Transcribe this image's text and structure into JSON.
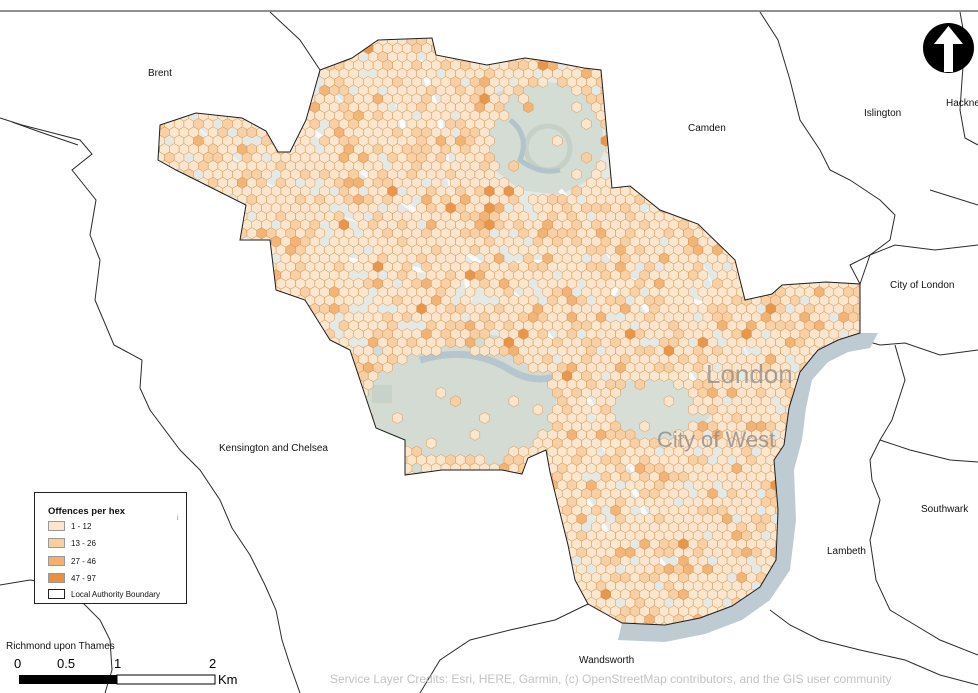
{
  "places": {
    "brent": "Brent",
    "camden": "Camden",
    "islington": "Islington",
    "hackney": "Hackne",
    "city_of_london": "City of London",
    "kensington": "Kensington and Chelsea",
    "southwark": "Southwark",
    "lambeth": "Lambeth",
    "wandsworth": "Wandsworth",
    "richmond": "Richmond upon Thames"
  },
  "basemap_labels": {
    "london": "London",
    "city_of_west": "City of West"
  },
  "legend": {
    "title": "Offences per hex",
    "classes": [
      {
        "label": "1 - 12",
        "color": "#fde6cc"
      },
      {
        "label": "13 - 26",
        "color": "#f9cfa0"
      },
      {
        "label": "27 - 46",
        "color": "#f3b06e"
      },
      {
        "label": "47 - 97",
        "color": "#e98f3e"
      }
    ],
    "boundary_label": "Local Authority Boundary",
    "marker": "i"
  },
  "scale_bar": {
    "ticks": [
      "0",
      "0.5",
      "1",
      "2"
    ],
    "unit": "Km"
  },
  "credits": "Service Layer Credits: Esri, HERE, Garmin, (c) OpenStreetMap contributors, and the GIS user community",
  "colors": {
    "westminster_fill": "#e4e8e2",
    "park": "#d3ddd3",
    "water": "#bccad3",
    "boundary": "#222222",
    "hex_stroke": "#d88e4c"
  }
}
